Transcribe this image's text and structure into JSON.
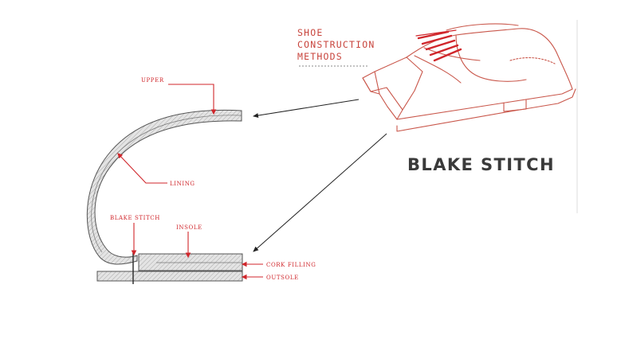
{
  "header": {
    "title_lines": [
      "SHOE",
      "CONSTRUCTION",
      "METHODS"
    ]
  },
  "main_title": "BLAKE STITCH",
  "labels": {
    "upper": "UPPER",
    "lining": "LINING",
    "blake_stitch": "BLAKE STITCH",
    "insole": "INSOLE",
    "cork_filling": "CORK FILLING",
    "outsole": "OUTSOLE"
  },
  "colors": {
    "accent_red": "#d0262b",
    "title_red": "#c8453d",
    "shoe_outline": "#c9574b",
    "hatch_fill": "#cfcfcf",
    "diagram_stroke": "#555555",
    "title_dark": "#3a3a3a"
  }
}
